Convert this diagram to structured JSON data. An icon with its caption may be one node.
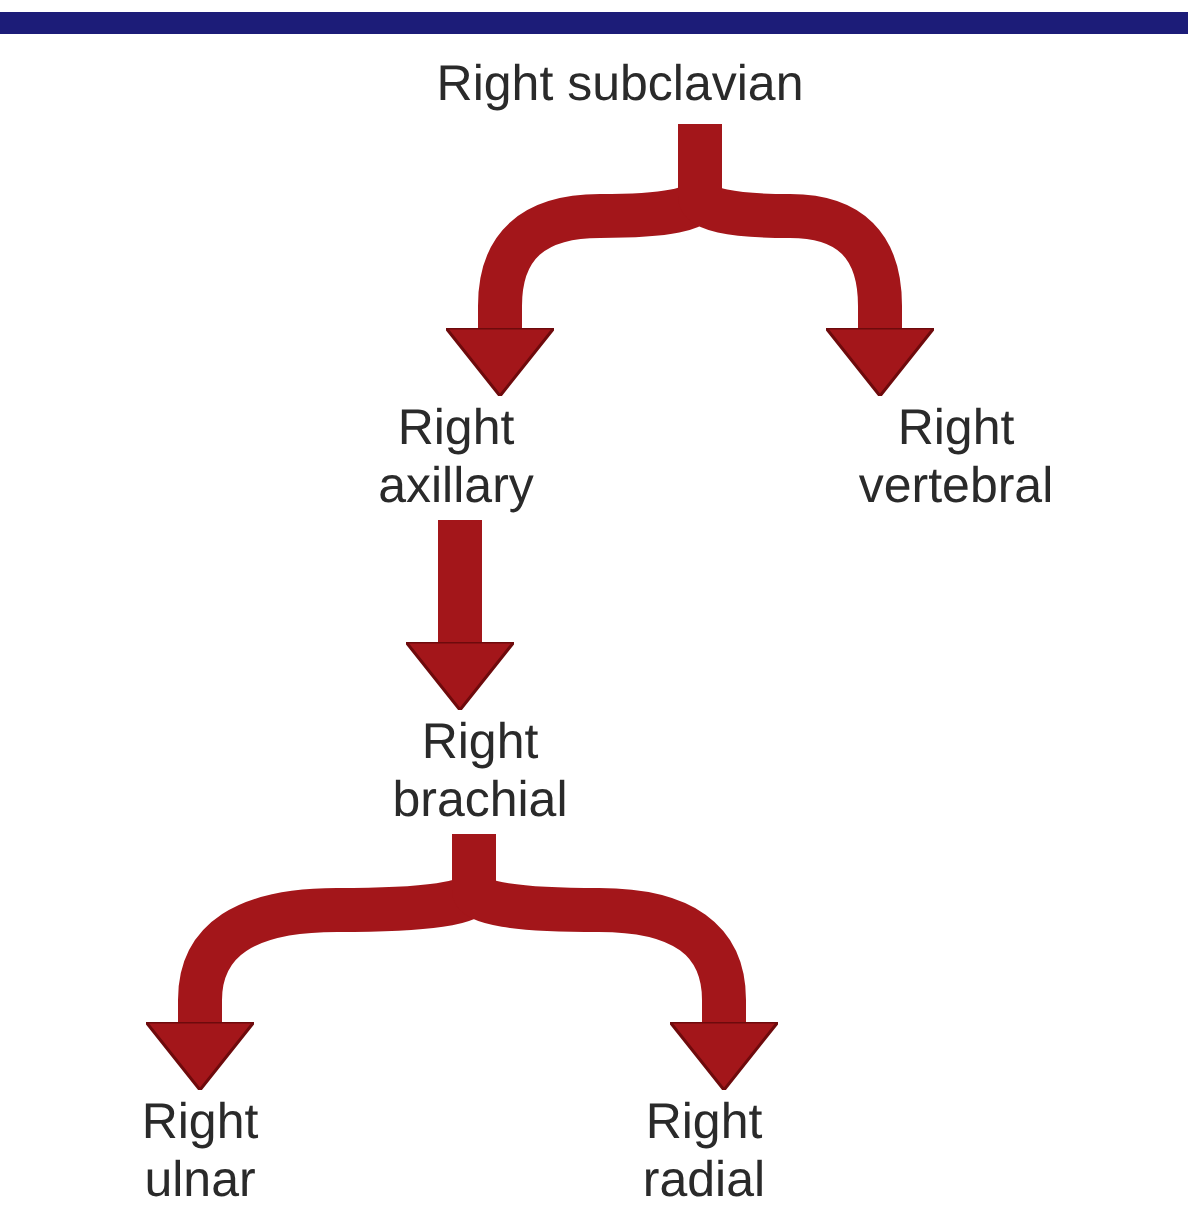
{
  "diagram": {
    "nodes": [
      {
        "text": [
          "Right subclavian"
        ]
      },
      {
        "text": [
          "Right axillary"
        ]
      },
      {
        "text": [
          "Right vertebral"
        ]
      },
      {
        "text": [
          "Right brachial"
        ]
      },
      {
        "text": [
          "Right ulnar"
        ]
      },
      {
        "text": [
          "Right radial"
        ]
      }
    ],
    "edges": [
      {
        "from": 0,
        "to": 1,
        "arrow": "to"
      },
      {
        "from": 0,
        "to": 2,
        "arrow": "to"
      },
      {
        "from": 1,
        "to": 3,
        "arrow": "to"
      },
      {
        "from": 3,
        "to": 4,
        "arrow": "to"
      },
      {
        "from": 3,
        "to": 5,
        "arrow": "to"
      }
    ]
  }
}
